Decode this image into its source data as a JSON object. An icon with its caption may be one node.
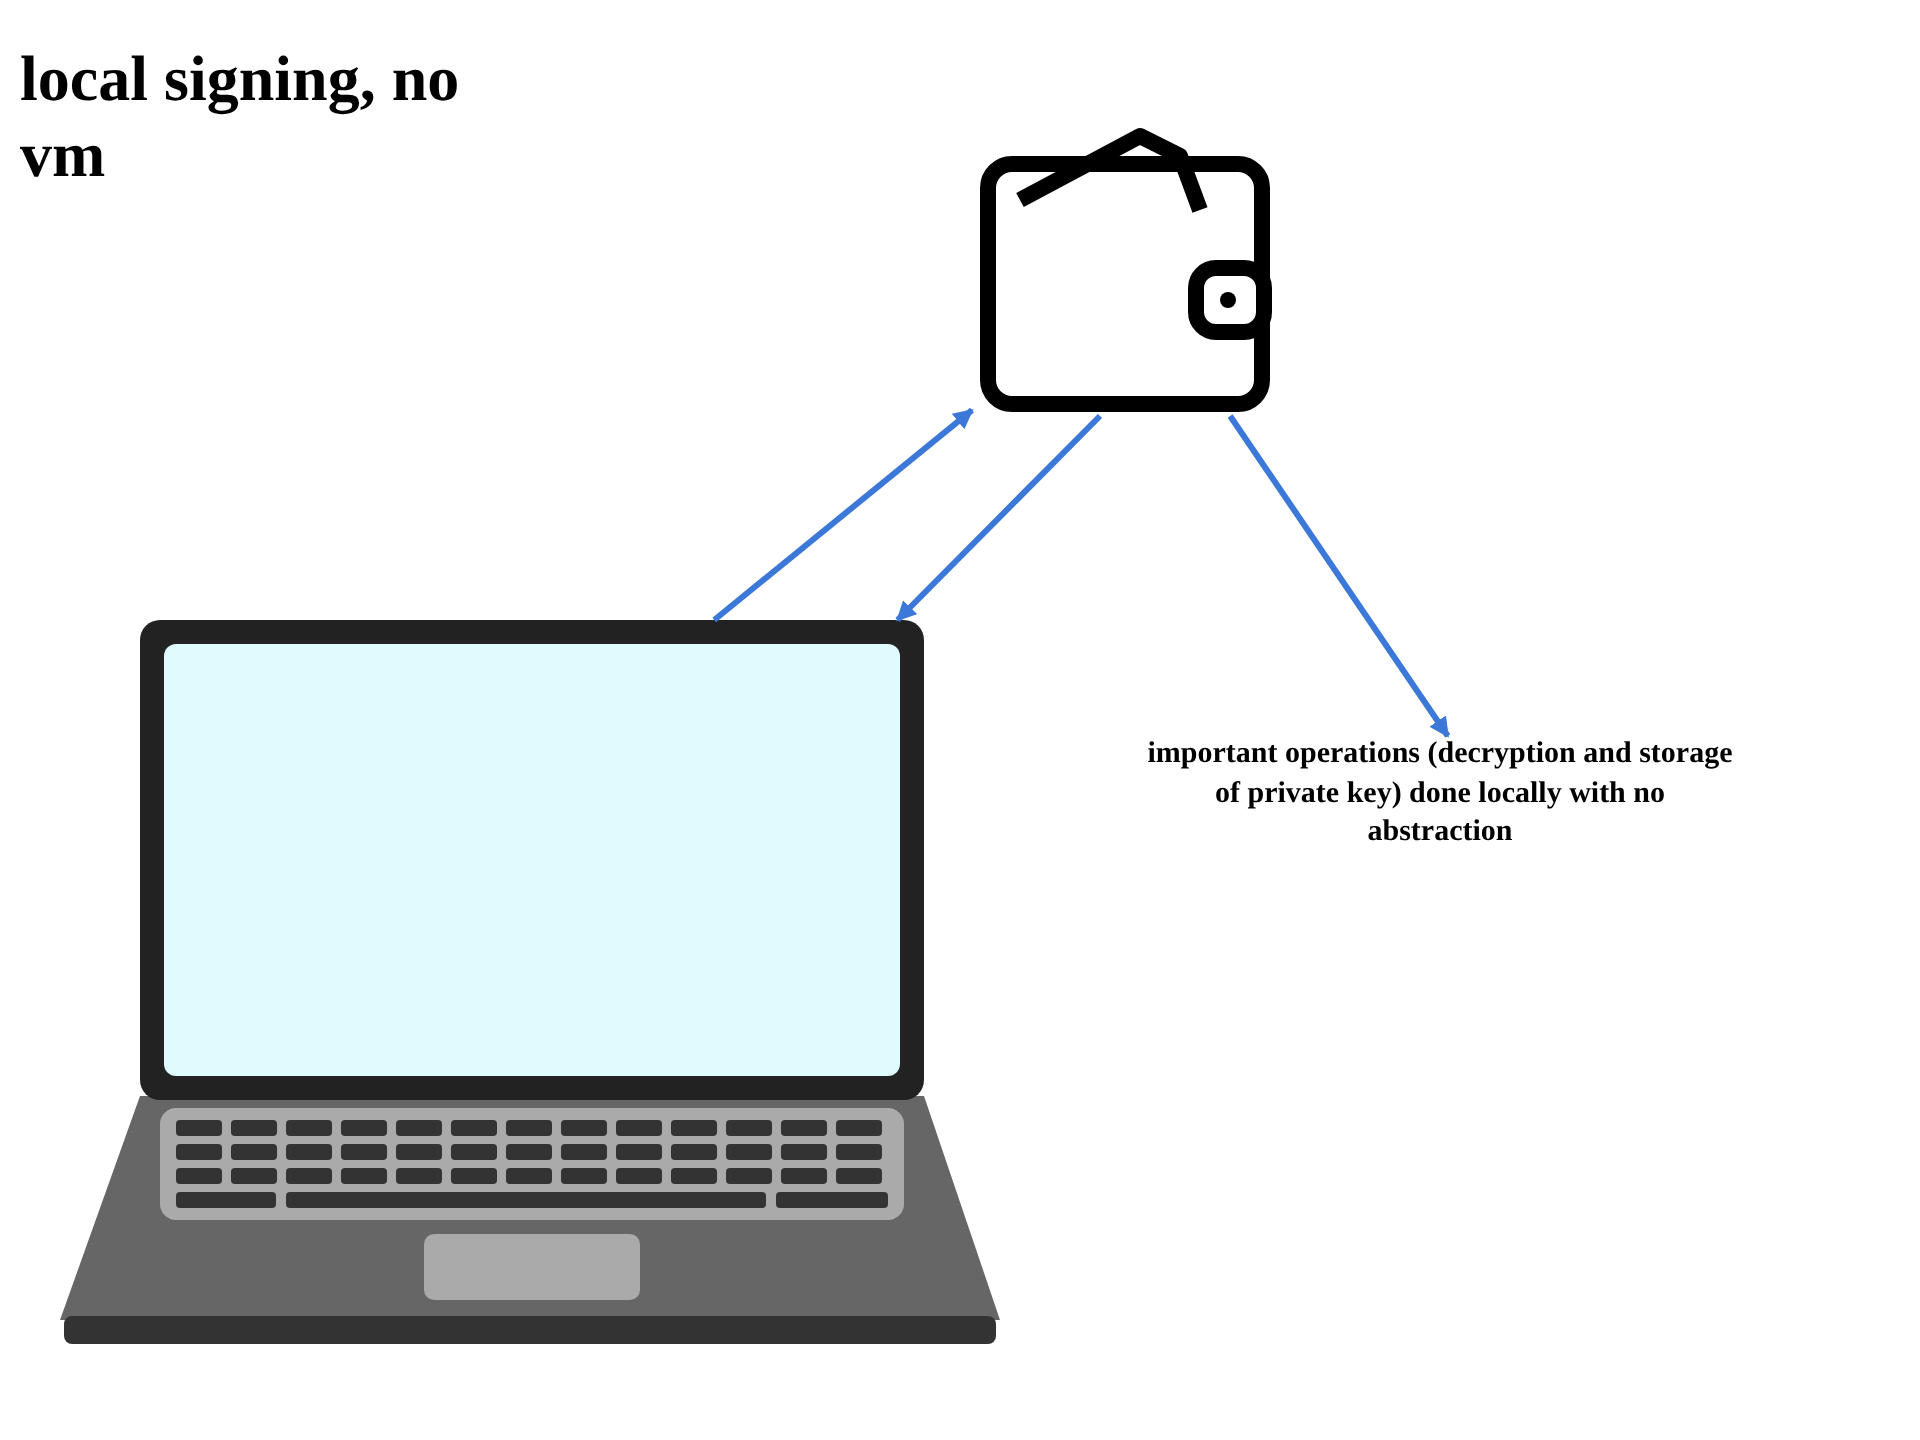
{
  "diagram": {
    "title": "local signing, no vm",
    "nodes": [
      {
        "text": [],
        "shape": "picture"
      },
      {
        "text": [],
        "shape": "picture"
      },
      {
        "text": [
          "important operations (decryption and storage of private key) done locally with no abstraction"
        ]
      }
    ],
    "edges": [
      {
        "from": 1,
        "to": 0,
        "arrow": "to"
      },
      {
        "from": 0,
        "to": 1,
        "arrow": "to"
      },
      {
        "from": 0,
        "to": 2,
        "arrow": "to"
      }
    ]
  }
}
